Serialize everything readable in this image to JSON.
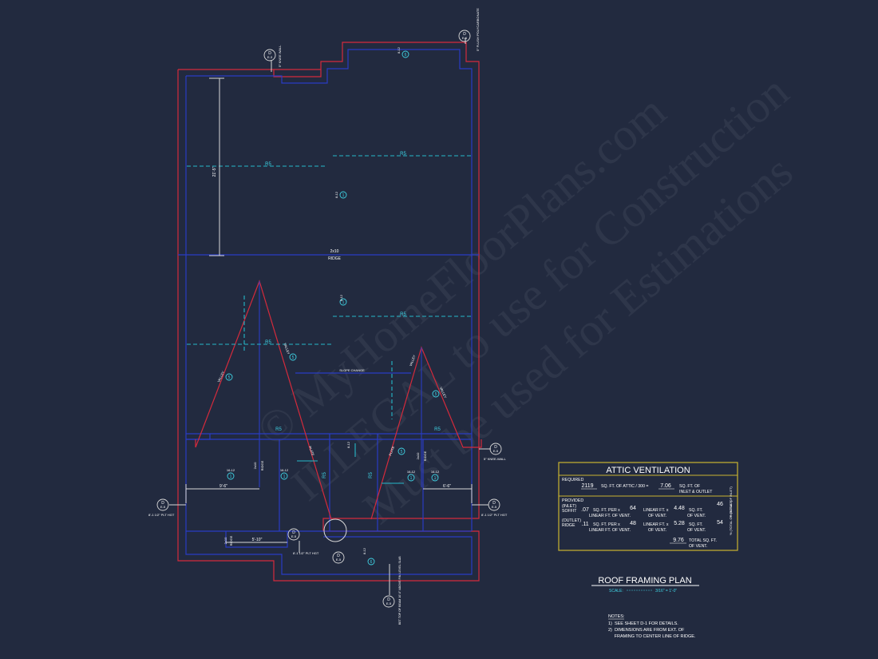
{
  "colors": {
    "background": "#222a3f",
    "outer_wall": "#d42a3c",
    "inner_wall": "#2a3cc4",
    "dashed": "#25b8c9",
    "text": "#ffffff",
    "cyan_text": "#3fd3e4",
    "box_border": "#c9b431"
  },
  "watermark": {
    "line1": "© MyHomeFloorPlans.com",
    "line2": "ILLEGAL to use for Construction",
    "line3": "Must be used for Estimations"
  },
  "plan": {
    "top_callout": "D",
    "top_callout_sheet": "E-3",
    "top_knee_wall": "5\" KNEE WALL",
    "top_right_callout": "D",
    "top_right_callout_sheet": "E-6",
    "top_right_note": "5\" FLUSH POLYCARBONATE",
    "top_box_slope": "8-12",
    "top_box_marker": "6",
    "dim_vertical": "21'-5\"",
    "label_r5": "R5",
    "upper_slope": "8-12",
    "upper_marker": "1",
    "ridge_size": "2x10",
    "ridge_label": "RIDGE",
    "mid_slope": "8-12",
    "mid_marker": "1",
    "valley": "VALLEY",
    "valley_marker_left": "5",
    "valley_marker_mid": "5",
    "valley_marker_right": "5",
    "slope_change": "SLOPE CHANGE",
    "plate": "PLATE",
    "lower_marker_left": "1",
    "lower_marker_mid_left": "1",
    "lower_marker_mid_right": "1",
    "lower_marker_right": "1",
    "slope_16": "16-12",
    "dim_left": "9'-6\"",
    "dim_right": "6'-6\"",
    "dim_bottom": "5'-10\"",
    "center_slope": "8-12",
    "center_marker": "5",
    "bottom_marker": "6",
    "knee_wall_right": "5\" KNEE-WALL",
    "callout_right": "D",
    "callout_right_sheet": "E-5",
    "plt_hgt_left": "8'-1 1/2\" PLT HGT",
    "plt_hgt_right": "8'-1 1/2\" PLT HGT",
    "plt_hgt_bottom": "8'-1 1/2\" PLT HGT",
    "callout_sheet": "E-5",
    "bottom_note": "BET TOP OF BEAM 10'-0\" ABOVE FIN. LEVEL SLAB",
    "bottom_callout": "D",
    "bottom_callout_sheet": "E-5"
  },
  "ventilation": {
    "title": "ATTIC VENTILATION",
    "required_label": "REQUIRED",
    "req_sqft": "2119",
    "req_text1": "SQ. FT. OF ATTIC / 300 =",
    "req_value": "7.06",
    "req_text2": "SQ. FT. OF",
    "req_text3": "INLET & OUTLET",
    "provided_label": "PROVIDED",
    "inlet_label": "(INLET)",
    "soffit_label": "SOFFIT",
    "soffit_val": ".07",
    "soffit_text1": "SQ. FT. PER x",
    "soffit_linear": "64",
    "soffit_text2": "LINEAR FT. x",
    "soffit_result": "4.48",
    "soffit_text3": "SQ. FT.",
    "soffit_pct": "46",
    "soffit_pct_label": "% (TOTAL OF INLET)",
    "linear_label": "LINEAR FT. OF VENT.",
    "of_vent": "OF VENT.",
    "outlet_label": "(OUTLET)",
    "ridge_label": "RIDGE",
    "ridge_val": ".11",
    "ridge_text1": "SQ. FT. PER x",
    "ridge_linear": "48",
    "ridge_text2": "LINEAR FT. x",
    "ridge_result": "5.28",
    "ridge_text3": "SQ. FT.",
    "ridge_pct": "54",
    "ridge_pct_label": "% (TOTAL OF OUTLET)",
    "total_val": "9.76",
    "total_text": "TOTAL SQ. FT.",
    "total_text2": "OF VENT."
  },
  "plan_title": {
    "title": "ROOF FRAMING PLAN",
    "scale_label": "SCALE:",
    "scale_value": "3/16\" = 1'-0\""
  },
  "notes": {
    "heading": "NOTES:",
    "items": [
      "1)  SEE SHEET D-1 FOR DETAILS.",
      "2)  DIMENSIONS ARE FROM EXT. OF",
      "     FRAMING TO CENTER LINE OF RIDGE."
    ]
  }
}
